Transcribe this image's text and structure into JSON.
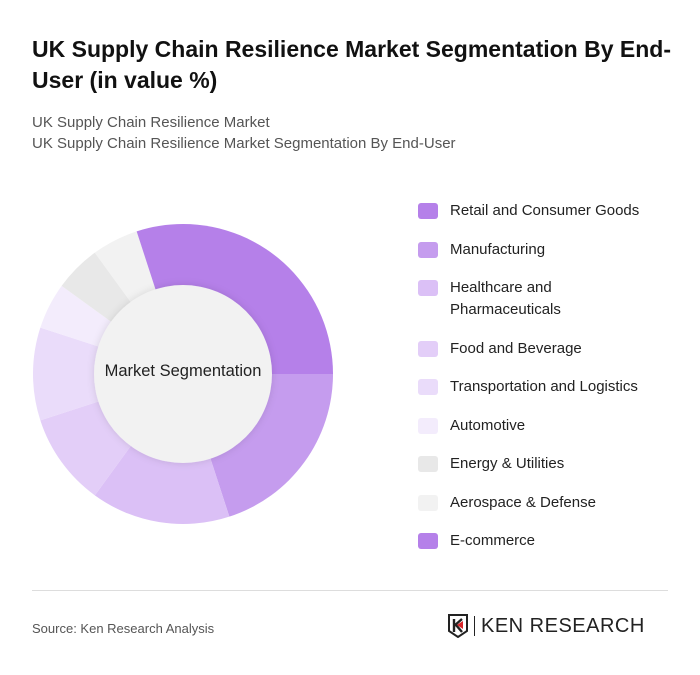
{
  "header": {
    "title": "UK Supply Chain Resilience Market Segmentation By End-User (in value %)",
    "subtitle_1": "UK Supply Chain Resilience Market",
    "subtitle_2": "UK Supply Chain Resilience Market Segmentation By End-User"
  },
  "chart_data": {
    "type": "pie",
    "donut": true,
    "center_label": "Market Segmentation",
    "legend_position": "right",
    "categories": [
      "Retail and Consumer Goods",
      "Manufacturing",
      "Healthcare and Pharmaceuticals",
      "Food and Beverage",
      "Transportation and Logistics",
      "Automotive",
      "Energy & Utilities",
      "Aerospace & Defense",
      "E-commerce"
    ],
    "values": [
      25,
      20,
      15,
      10,
      10,
      5,
      5,
      5,
      5
    ],
    "colors": [
      "#b580e9",
      "#c59cee",
      "#dbc0f6",
      "#e3cef8",
      "#eadcfa",
      "#f3ecfc",
      "#e8e8e8",
      "#f2f2f2",
      "#b580e9"
    ]
  },
  "footer": {
    "source": "Source: Ken Research Analysis",
    "logo_text": "KEN RESEARCH"
  }
}
